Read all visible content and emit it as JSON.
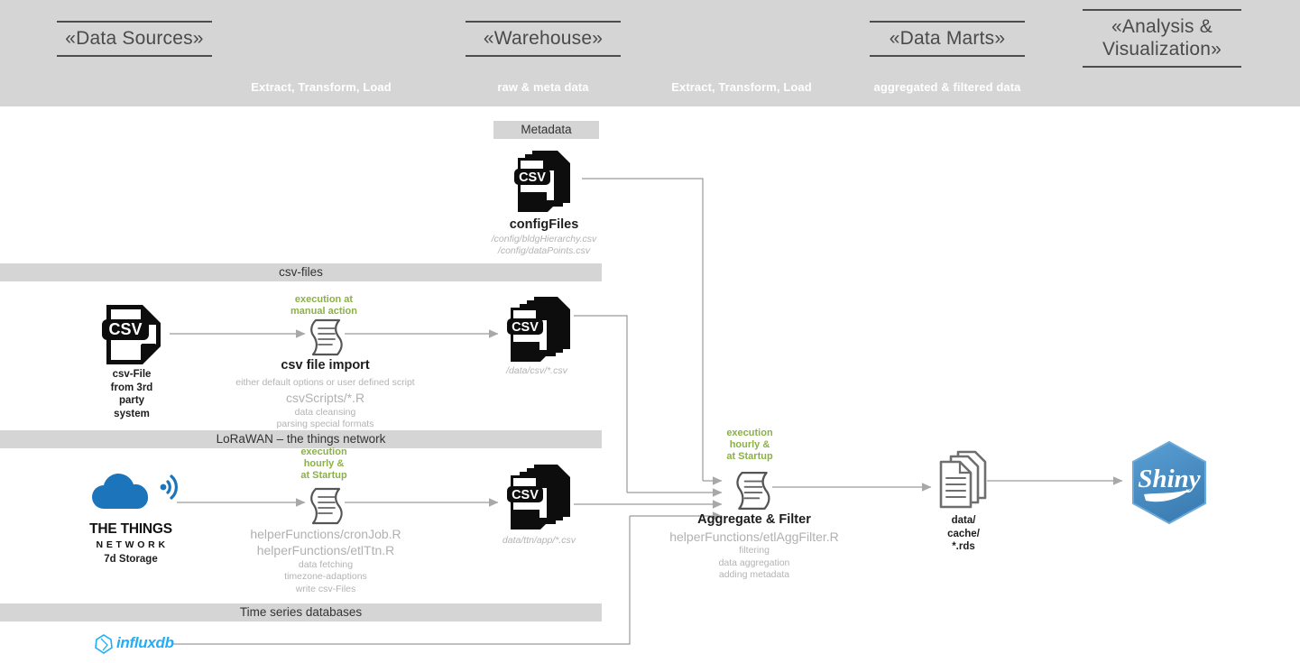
{
  "header": {
    "stages": [
      {
        "title": "«Data Sources»",
        "sub": ""
      },
      {
        "title": "«Warehouse»",
        "sub": "raw & meta data"
      },
      {
        "title": "«Data Marts»",
        "sub": "aggregated & filtered data"
      },
      {
        "title": "«Analysis &\nVisualization»",
        "sub": ""
      }
    ],
    "etl_left": "Extract, Transform, Load",
    "etl_right": "Extract, Transform, Load"
  },
  "bands": {
    "metadata": "Metadata",
    "csv_files": "csv-files",
    "lorawan": "LoRaWAN – the things network",
    "timeseries": "Time series databases"
  },
  "nodes": {
    "config_files": {
      "icon": "csv-stack-icon",
      "title": "configFiles",
      "path1": "/config/bldgHierarchy.csv",
      "path2": "/config/dataPoints.csv"
    },
    "csv_source": {
      "icon": "csv-file-icon",
      "l1": "csv-File",
      "l2": "from 3rd",
      "l3": "party",
      "l4": "system"
    },
    "csv_import": {
      "icon": "script-icon",
      "exec": "execution at\nmanual action",
      "title": "csv file import",
      "desc": "either default options or user defined script",
      "path": "csvScripts/*.R",
      "note1": "data cleansing",
      "note2": "parsing special formats"
    },
    "csv_warehouse": {
      "icon": "csv-stack-icon",
      "path": "/data/csv/*.csv"
    },
    "ttn_source": {
      "icon": "things-network-cloud-icon",
      "logo_line1": "THE THINGS",
      "logo_line2": "N E T W O R K",
      "caption": "7d Storage"
    },
    "ttn_etl": {
      "icon": "script-icon",
      "exec": "execution\nhourly &\nat Startup",
      "path1": "helperFunctions/cronJob.R",
      "path2": "helperFunctions/etlTtn.R",
      "note1": "data fetching",
      "note2": "timezone-adaptions",
      "note3": "write csv-Files"
    },
    "ttn_warehouse": {
      "icon": "csv-stack-icon",
      "path": "data/ttn/app/*.csv"
    },
    "influxdb": {
      "icon": "influxdb-logo-icon",
      "label": "influxdb"
    },
    "aggregate_filter": {
      "icon": "script-icon",
      "exec": "execution\nhourly &\nat Startup",
      "title": "Aggregate & Filter",
      "path": "helperFunctions/etlAggFilter.R",
      "note1": "filtering",
      "note2": "data aggregation",
      "note3": "adding metadata"
    },
    "data_cache": {
      "icon": "document-stack-icon",
      "l1": "data/",
      "l2": "cache/",
      "l3": "*.rds"
    },
    "shiny": {
      "icon": "shiny-hex-icon",
      "label": "Shiny"
    }
  },
  "colors": {
    "band_grey": "#d5d5d5",
    "exec_green": "#8cb04a",
    "wire_grey": "#9a9a9a",
    "muted_text": "#b3b3b3",
    "ttn_blue": "#1c74bb",
    "influx_blue": "#22adf6",
    "shiny_blue": "#4a8fc4"
  }
}
